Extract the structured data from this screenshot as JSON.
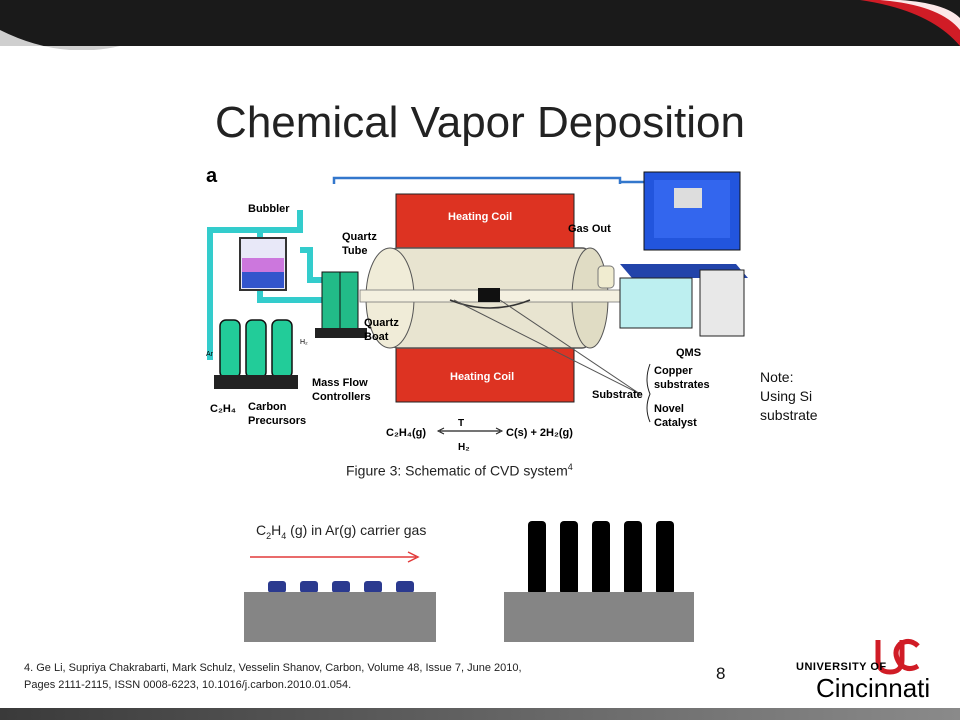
{
  "slide": {
    "title": "Chemical Vapor Deposition",
    "page_number": "8",
    "colors": {
      "accent_red": "#d01c26",
      "top_bar": "#1a1a1a"
    }
  },
  "figure": {
    "panel_label": "a",
    "labels": {
      "bubbler": "Bubbler",
      "quartz_tube": [
        "Quartz",
        "Tube"
      ],
      "heating_coil_top": "Heating Coil",
      "heating_coil_bottom": "Heating Coil",
      "gas_out": "Gas Out",
      "quartz_boat": [
        "Quartz",
        "Boat"
      ],
      "qms": "QMS",
      "ar": "Ar",
      "h2": "H₂",
      "c2h4": "C₂H₄",
      "carbon_precursors": [
        "Carbon",
        "Precursors"
      ],
      "mass_flow_controllers": [
        "Mass Flow",
        "Controllers"
      ],
      "substrate": "Substrate",
      "copper_substrates": [
        "Copper",
        "substrates"
      ],
      "novel_catalyst": [
        "Novel",
        "Catalyst"
      ],
      "reaction_left": "C₂H₄(g)",
      "reaction_t": "T",
      "reaction_right": "C(s) + 2H₂(g)",
      "reaction_h2": "H₂"
    },
    "caption_main": "Figure 3: Schematic of CVD system",
    "caption_sup": "4"
  },
  "note": [
    "Note:",
    "Using Si",
    "substrate"
  ],
  "growth": {
    "carrier_gas": {
      "c": "C",
      "sub1": "2",
      "h": "H",
      "sub2": "4",
      "rest": " (g) in Ar(g) carrier gas"
    },
    "colors": {
      "substrate": "#858585",
      "catalyst": "#2b3a8f",
      "nanotube": "#000000",
      "arrow": "#e23a3a"
    }
  },
  "reference": {
    "line1": "4. Ge Li, Supriya Chakrabarti, Mark Schulz, Vesselin Shanov, Carbon, Volume 48, Issue 7, June 2010,",
    "line2": "Pages 2111-2115, ISSN 0008-6223, 10.1016/j.carbon.2010.01.054."
  },
  "logo": {
    "university_of": "UNIVERSITY OF",
    "name": "Cincinnati"
  }
}
